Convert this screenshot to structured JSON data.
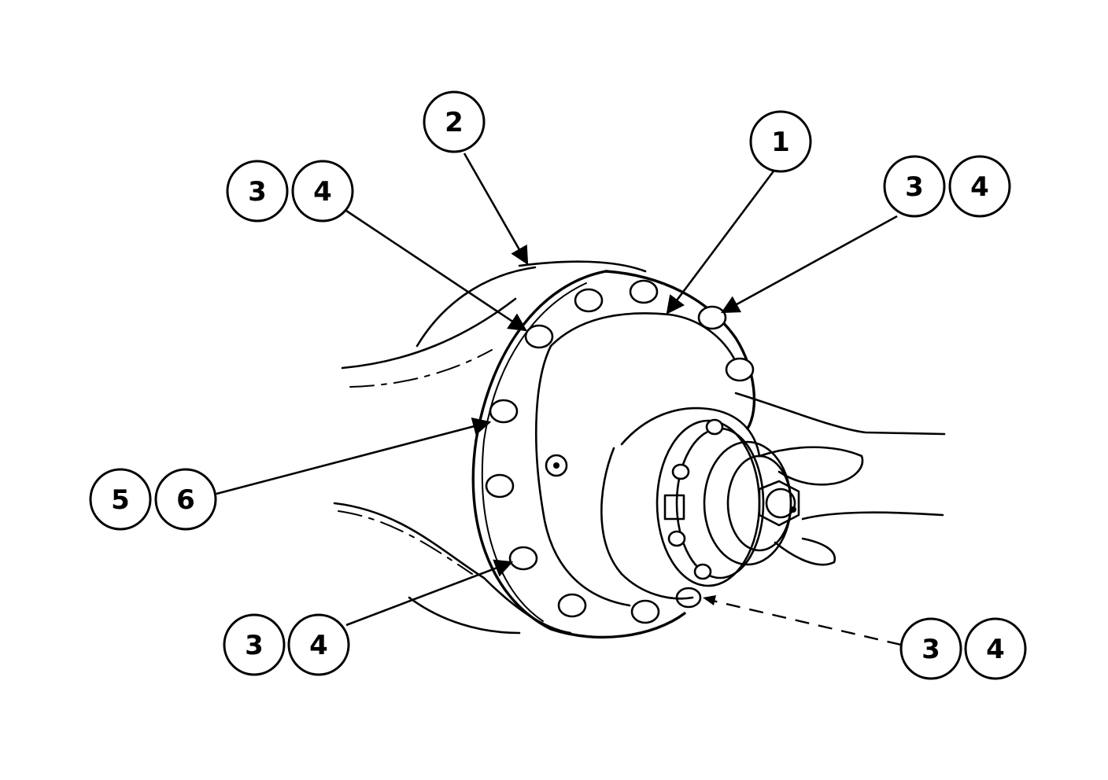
{
  "figure": {
    "callouts": [
      {
        "id": "c1",
        "labels": [
          "1"
        ]
      },
      {
        "id": "c2",
        "labels": [
          "2"
        ]
      },
      {
        "id": "c3a",
        "labels": [
          "3",
          "4"
        ]
      },
      {
        "id": "c3b",
        "labels": [
          "3",
          "4"
        ]
      },
      {
        "id": "c5",
        "labels": [
          "5",
          "6"
        ]
      },
      {
        "id": "c3c",
        "labels": [
          "3",
          "4"
        ]
      },
      {
        "id": "c3d",
        "labels": [
          "3",
          "4"
        ]
      }
    ]
  }
}
